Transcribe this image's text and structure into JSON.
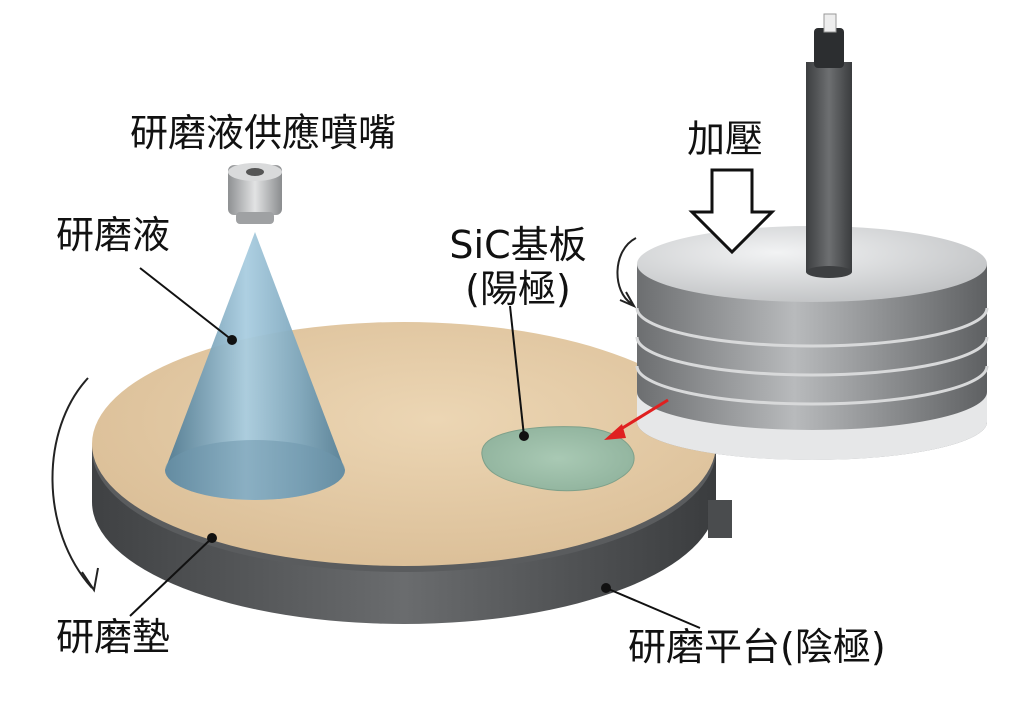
{
  "labels": {
    "nozzle": "研磨液供應噴嘴",
    "slurry": "研磨液",
    "pressure": "加壓",
    "substrate_line1": "SiC基板",
    "substrate_line2": "(陽極)",
    "pad": "研磨墊",
    "platen": "研磨平台(陰極)"
  },
  "colors": {
    "pad_surface": "#e4c9a3",
    "platen_side": "#595b5d",
    "substrate": "#9fbfaa",
    "slurry_cone": "#7fa7bc",
    "carrier_head": "#c8cacc",
    "arrow_red": "#e02020"
  }
}
